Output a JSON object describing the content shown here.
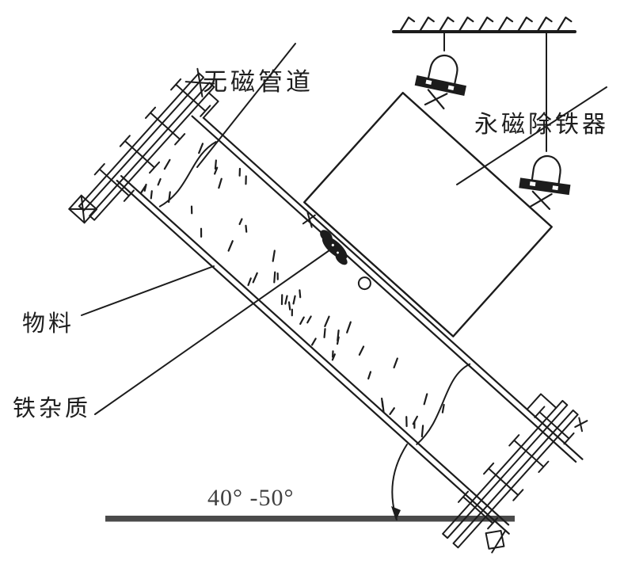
{
  "labels": {
    "pipe": "无磁管道",
    "magnet": "永磁除铁器",
    "material": "物料",
    "iron_impurity": "铁杂质",
    "install_angle": "40° -50°"
  },
  "colors": {
    "line": "#1c1c1c",
    "ground": "#4a4a4a",
    "text": "#1e1e1e",
    "angle_text": "#3f3f3f",
    "background": "#ffffff"
  }
}
